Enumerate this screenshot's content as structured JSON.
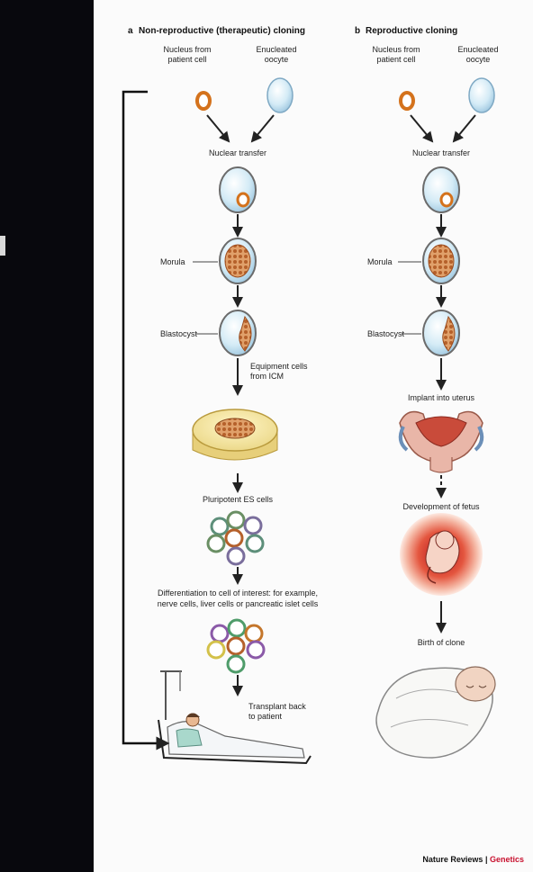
{
  "panels": {
    "a": {
      "letter": "a",
      "title": "Non-reproductive (therapeutic) cloning",
      "nucleus_label": [
        "Nucleus from",
        "patient cell"
      ],
      "oocyte_label": [
        "Enucleated",
        "oocyte"
      ],
      "nuclear_transfer": "Nuclear transfer",
      "morula": "Morula",
      "blastocyst": "Blastocyst",
      "icm_label": [
        "Equipment cells",
        "from ICM"
      ],
      "es_cells": "Pluripotent ES cells",
      "differentiation": [
        "Differentiation to cell of interest: for example,",
        "nerve cells, liver cells or pancreatic islet cells"
      ],
      "transplant": [
        "Transplant back",
        "to patient"
      ]
    },
    "b": {
      "letter": "b",
      "title": "Reproductive cloning",
      "nucleus_label": [
        "Nucleus from",
        "patient cell"
      ],
      "oocyte_label": [
        "Enucleated",
        "oocyte"
      ],
      "nuclear_transfer": "Nuclear transfer",
      "morula": "Morula",
      "blastocyst": "Blastocyst",
      "implant": "Implant into uterus",
      "fetus": "Development of fetus",
      "birth": "Birth of clone"
    }
  },
  "credit": {
    "journal": "Nature Reviews",
    "separator": " | ",
    "section": "Genetics"
  },
  "colors": {
    "accent": "#c8102e",
    "nucleus": "#d4721c",
    "oocyte": "#cfe6f2",
    "embryo": "#c7702f",
    "fetus_glow": "#e0453a"
  }
}
